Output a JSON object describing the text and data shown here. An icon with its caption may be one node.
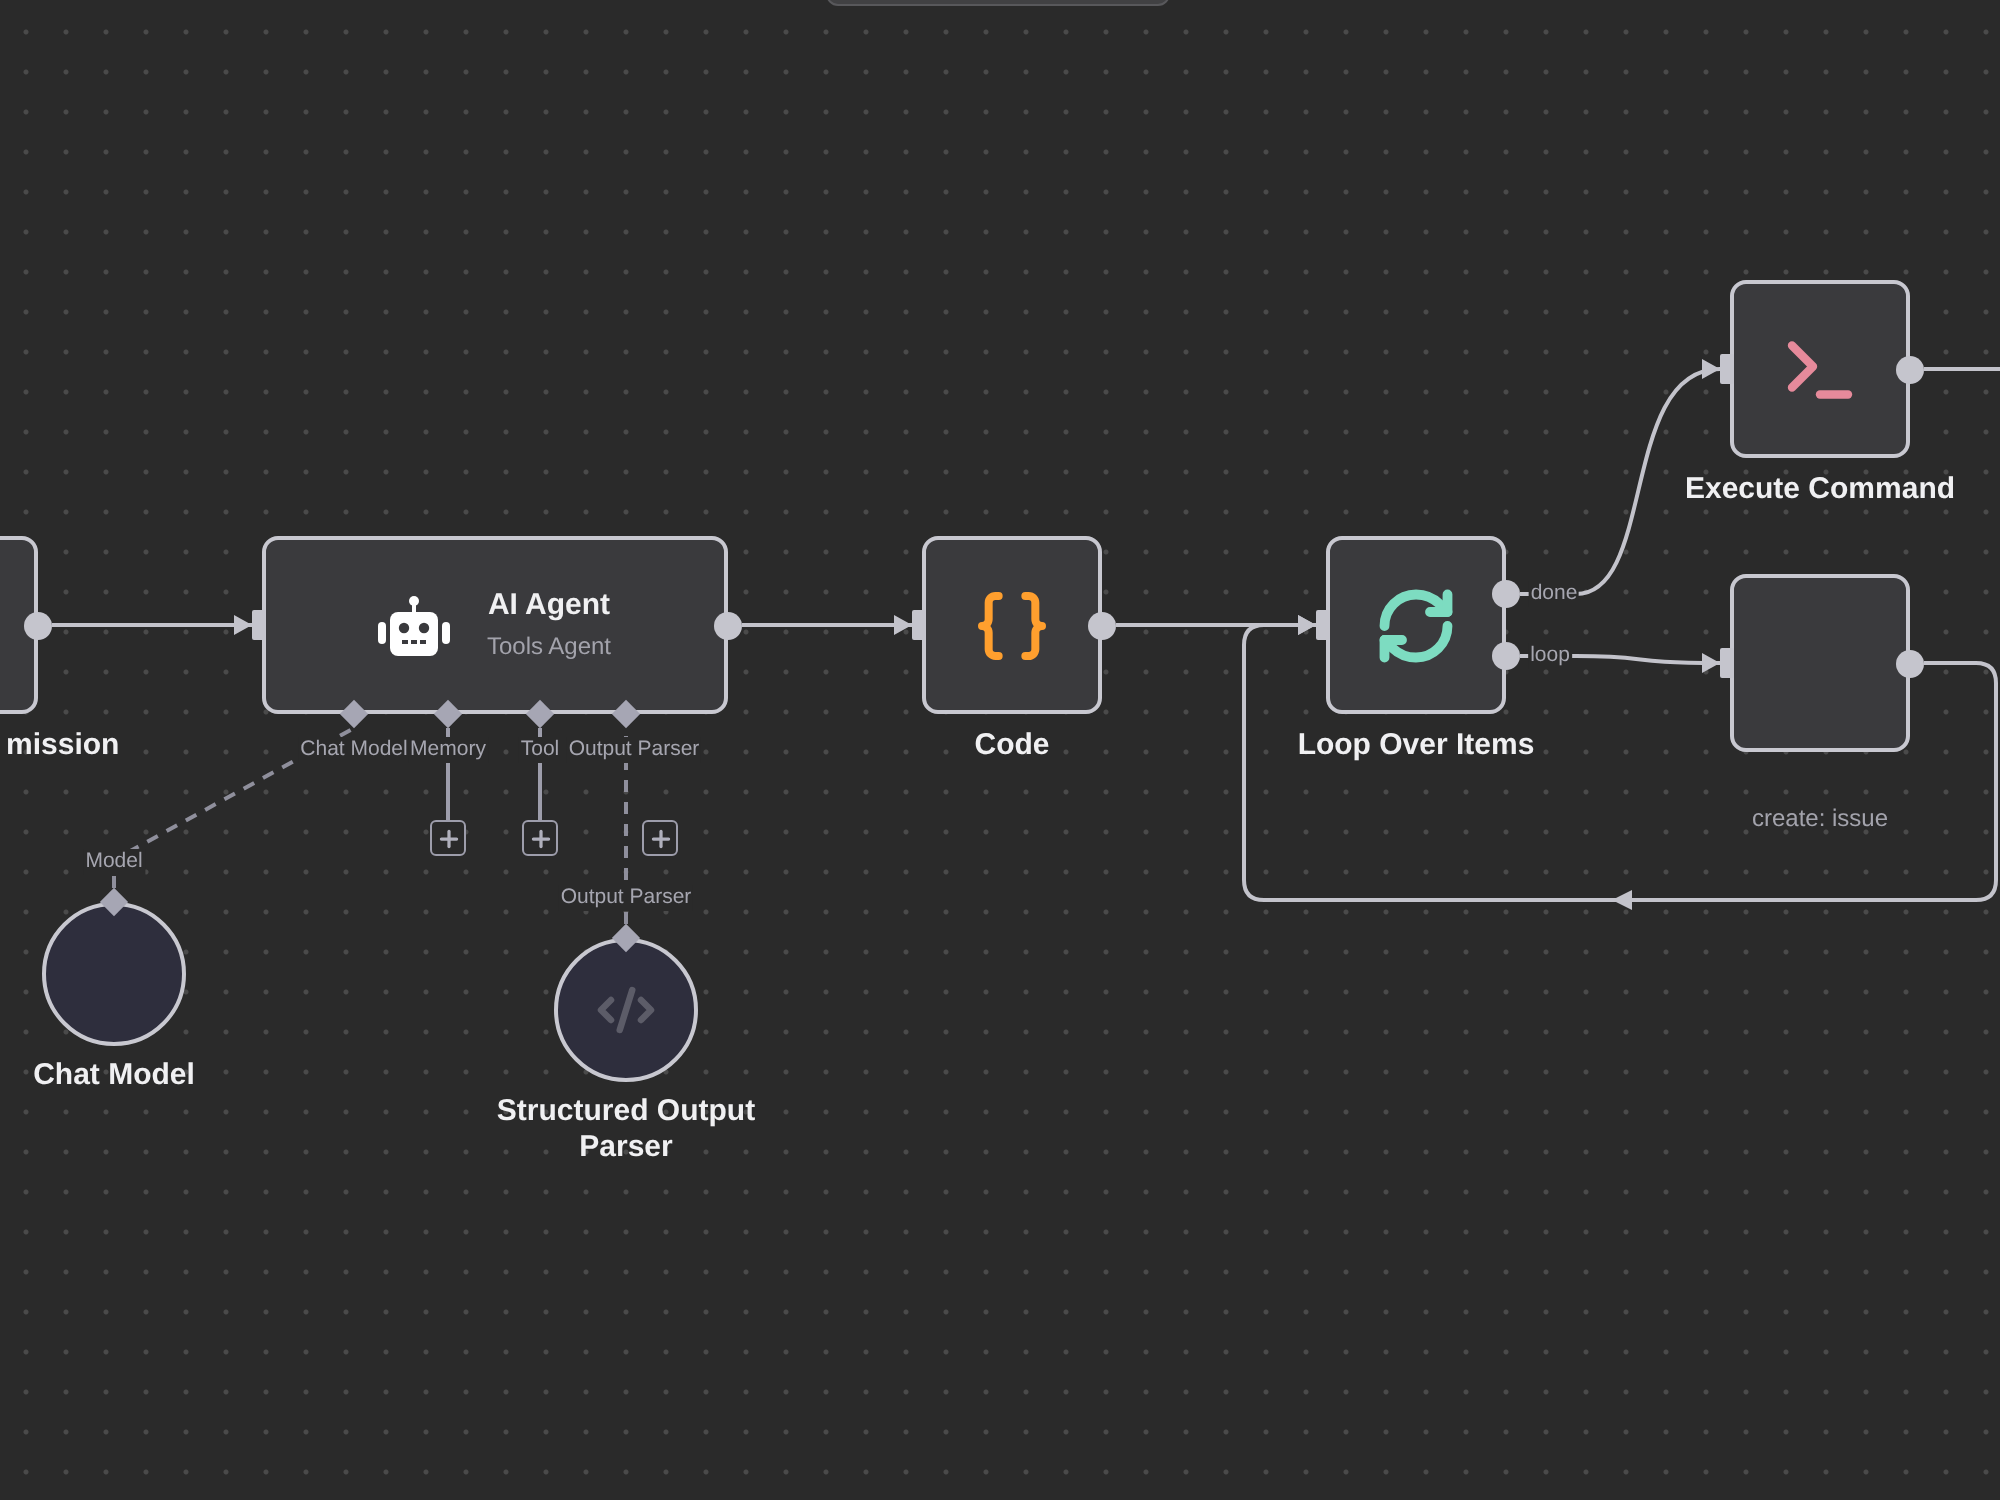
{
  "diagram": {
    "nodes": [
      {
        "text": [
          "mission"
        ]
      },
      {
        "text": [
          "AI Agent",
          "Tools Agent"
        ]
      },
      {
        "text": [
          "Code"
        ]
      },
      {
        "text": [
          "Loop Over Items"
        ]
      },
      {
        "text": [
          "Execute Command"
        ]
      },
      {
        "text": [
          "create: issue"
        ]
      },
      {
        "text": [
          "Chat Model"
        ]
      },
      {
        "text": [
          "Structured Output Parser"
        ]
      },
      {
        "text": [],
        "shape": "box"
      },
      {
        "text": [],
        "shape": "box"
      },
      {
        "text": [],
        "shape": "box"
      }
    ],
    "edges": [
      {
        "from": 0,
        "to": 1,
        "arrow": "to"
      },
      {
        "from": 1,
        "to": 2,
        "arrow": "to"
      },
      {
        "from": 2,
        "to": 3,
        "arrow": "to"
      },
      {
        "from": 3,
        "to": 4,
        "arrow": "to",
        "label": "done"
      },
      {
        "from": 3,
        "to": 5,
        "arrow": "to",
        "label": "loop"
      },
      {
        "from": 5,
        "to": 3,
        "arrow": "to"
      },
      {
        "from": 4,
        "to": null,
        "arrow": "none"
      },
      {
        "from": 6,
        "to": 1,
        "arrow": "none",
        "label": "Model",
        "style": "dashed",
        "color": "#8f8f9c"
      },
      {
        "from": 7,
        "to": 1,
        "arrow": "none",
        "label": "Output Parser",
        "style": "dashed",
        "color": "#8f8f9c"
      },
      {
        "from": 1,
        "to": 8,
        "arrow": "none",
        "color": "#9d9dab"
      },
      {
        "from": 1,
        "to": 9,
        "arrow": "none",
        "color": "#9d9dab"
      }
    ],
    "labels": [
      "Chat Model",
      "Memory",
      "Tool",
      "Output Parser"
    ]
  }
}
